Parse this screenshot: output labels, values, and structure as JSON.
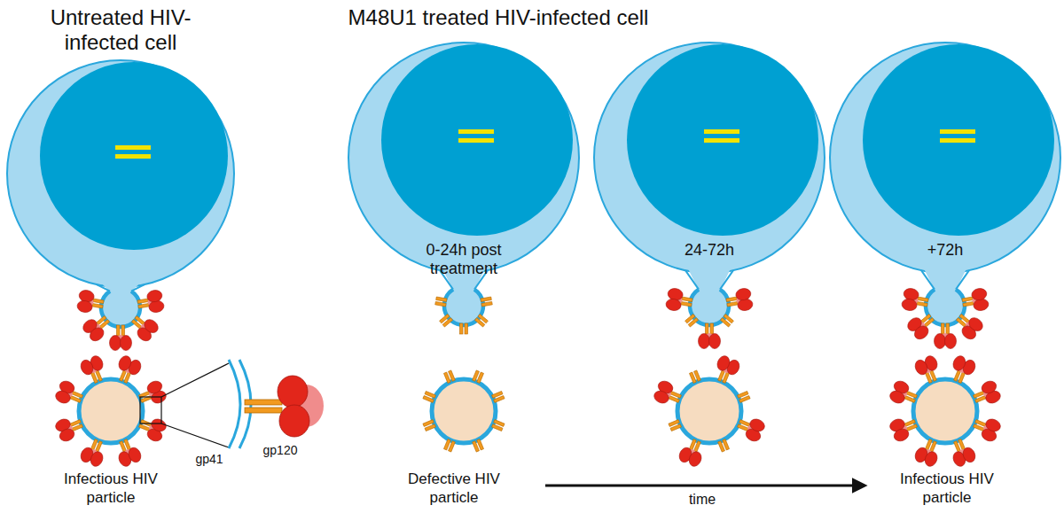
{
  "diagram": {
    "nodes": [
      {
        "text": [
          "0-24h post treatment"
        ]
      },
      {
        "text": [
          "24-72h"
        ]
      },
      {
        "text": [
          "+72h"
        ]
      }
    ],
    "labels": [
      "Untreated HIV-infected cell",
      "M48U1 treated HIV-infected cell",
      "gp41",
      "gp120",
      "Infectious HIV particle",
      "Defective HIV particle",
      "time",
      "Infectious HIV particle"
    ]
  }
}
